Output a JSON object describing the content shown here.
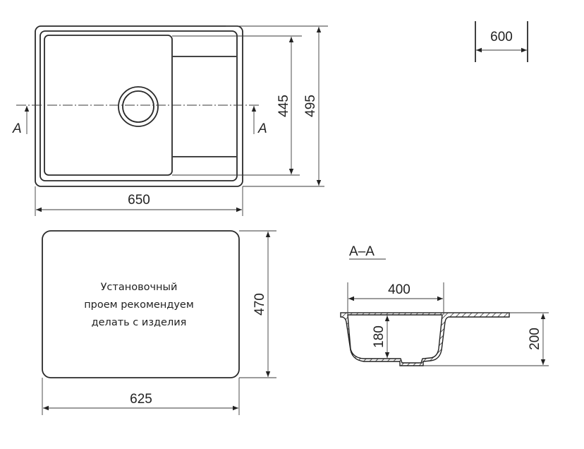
{
  "top_view": {
    "width_label": "650",
    "depth_label": "495",
    "bowl_depth_label": "445",
    "section_mark_left": "A",
    "section_mark_right": "A"
  },
  "cabinet": {
    "label": "600"
  },
  "cutout": {
    "width_label": "625",
    "height_label": "470",
    "note_lines": [
      "Установочный",
      "проем рекомендуем",
      "делать с изделия"
    ]
  },
  "section": {
    "title": "A–A",
    "bowl_width_label": "400",
    "bowl_depth_label": "180",
    "total_depth_label": "200"
  }
}
